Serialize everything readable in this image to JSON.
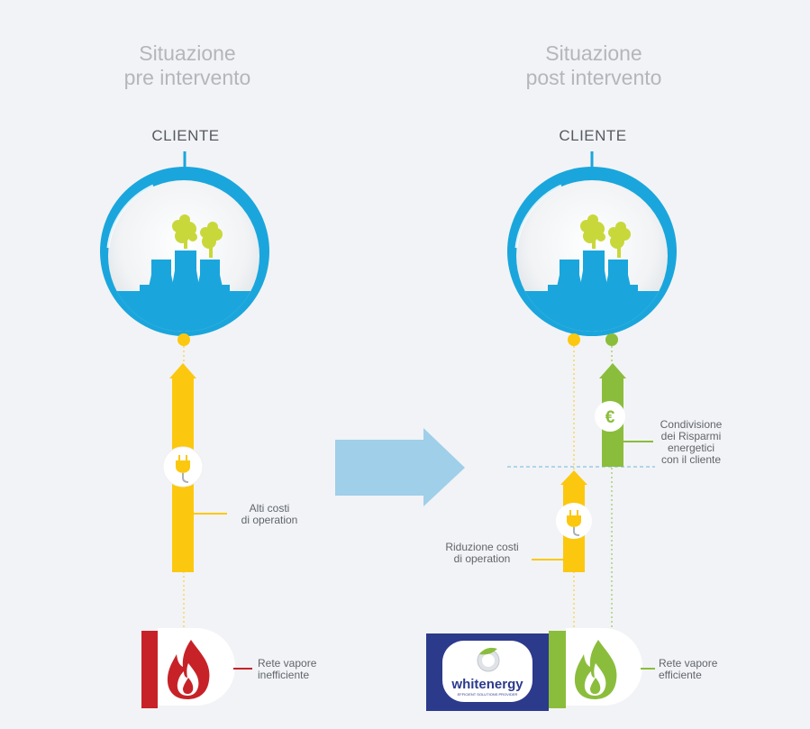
{
  "left": {
    "title_line1": "Situazione",
    "title_line2": "pre intervento",
    "client_label": "CLIENTE",
    "cost_label_line1": "Alti costi",
    "cost_label_line2": "di operation",
    "network_label_line1": "Rete vapore",
    "network_label_line2": "inefficiente"
  },
  "right": {
    "title_line1": "Situazione",
    "title_line2": "post intervento",
    "client_label": "CLIENTE",
    "savings_label_line1": "Condivisione",
    "savings_label_line2": "dei Risparmi",
    "savings_label_line3": "energetici",
    "savings_label_line4": "con il cliente",
    "reduction_label_line1": "Riduzione costi",
    "reduction_label_line2": "di operation",
    "network_label_line1": "Rete vapore",
    "network_label_line2": "efficiente"
  },
  "logo": {
    "name": "whitenergy",
    "tagline": "EFFICIENT SOLUTIONS PROVIDER"
  },
  "icons": {
    "euro_symbol": "€"
  },
  "colors": {
    "background": "#f2f3f6",
    "blue": "#1aa6dc",
    "yellow": "#fbc80f",
    "green": "#8bbd3c",
    "red": "#c72228",
    "arrow_blue": "#9fcfe9",
    "smoke": "#c8d83a",
    "navy": "#2c3a8c"
  }
}
